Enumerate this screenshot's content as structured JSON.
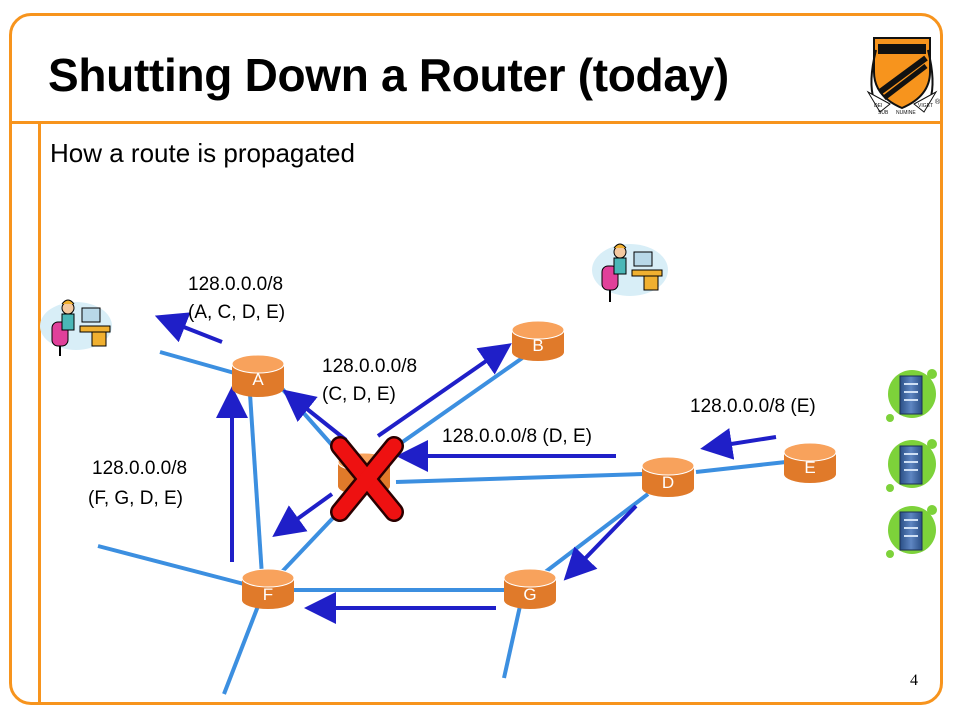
{
  "slide": {
    "title": "Shutting Down a Router (today)",
    "bullet": "How a route is propagated",
    "page_number": "4"
  },
  "logo": {
    "motto_words": [
      "DEI",
      "SUB",
      "NUMINE",
      "VIGET"
    ]
  },
  "routers": {
    "A": "A",
    "B": "B",
    "D": "D",
    "E": "E",
    "F": "F",
    "G": "G"
  },
  "route_labels": {
    "to_host": {
      "line1": "128.0.0.0/8",
      "line2": "(A, C, D, E)"
    },
    "from_c_to_a": {
      "line1": "128.0.0.0/8",
      "line2": "(C, D, E)"
    },
    "from_f_to_a": {
      "line1": "128.0.0.0/8",
      "line2": "(F, G, D, E)"
    },
    "from_d_to_c": {
      "line1": "128.0.0.0/8 (D, E)"
    },
    "from_e_to_d": {
      "line1": "128.0.0.0/8 (E)"
    }
  },
  "colors": {
    "accent": "#f7941d",
    "router_fill": "#f79646",
    "link": "#3c8fe0",
    "arrow": "#1f1fc8",
    "cross": "#ee1111"
  }
}
